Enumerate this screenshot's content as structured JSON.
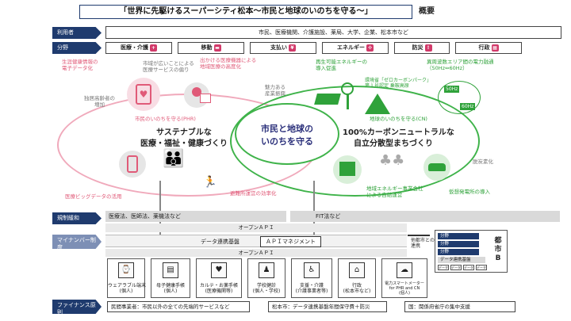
{
  "header": {
    "title": "「世界に先駆けるスーパーシティ松本～市民と地球のいのちを守る～」",
    "subtitle": "概要"
  },
  "rows": {
    "users_label": "利用者",
    "users_text": "市民、医療機関、介護施設、薬局、大学、企業、松本市など",
    "fields_label": "分野",
    "regulation_label": "規制緩和",
    "mynumber_label": "マイナンバー制度",
    "finance_label": "ファイナンス原則"
  },
  "fields": [
    {
      "label": "医療・介護",
      "icon": "plus-icon"
    },
    {
      "label": "移動",
      "icon": "car-icon"
    },
    {
      "label": "支払い",
      "icon": "yen-icon"
    },
    {
      "label": "エネルギー",
      "icon": "fan-icon"
    },
    {
      "label": "防災",
      "icon": "alert-icon"
    },
    {
      "label": "行政",
      "icon": "document-icon"
    }
  ],
  "left_circle": {
    "caption": "市民のいのちを守る(PHR)",
    "title_line1": "サステナブルな",
    "title_line2": "医療・福祉・健康づくり",
    "notes": {
      "ehr": "生涯健康情報の\n電子データ化",
      "city": "市域が広いことによる\n医療サービスの偏り",
      "remote": "出かける医療機器による\n地域医療の高度化",
      "elderly": "独居高齢者の\n増加",
      "attractive": "魅力ある\n産業振興",
      "bigdata": "医療ビッグデータの活用",
      "shelter": "避難所運営の効率化"
    }
  },
  "center": {
    "line1": "市民と地球の",
    "line2": "いのちを守る"
  },
  "right_circle": {
    "caption": "地球のいのちを守る(CN)",
    "title_line1": "100%カーボンニュートラルな",
    "title_line2": "自立分散型まちづくり",
    "notes": {
      "renewable": "再生可能エネルギーの\n導入促進",
      "zero_carbon": "環境省「ゼロカーボンパーク」\n第１号認定 乗鞍高原",
      "freq": "異周波数エリア間の電力融通\n（50Hz⇔60Hz）",
      "hz50": "50Hz",
      "hz60": "60Hz",
      "decarbon": "脱炭素化",
      "company": "地域エネルギー事業会社\nによる自給運営",
      "vpp": "仮想発電所の導入"
    }
  },
  "platform": {
    "regulation_text": "医療法、医師法、薬機法など",
    "fit_text": "FIT法など",
    "open_api_top": "オープンＡＰＩ",
    "data_platform": "データ連携基盤",
    "api_management": "ＡＰＩマネジメント",
    "open_api_bottom": "オープンＡＰＩ",
    "other_city_link": "他都市との\n連携",
    "city_b": "都市B"
  },
  "city_b_rows": [
    "分野",
    "分野",
    "分野",
    "データ連携基盤"
  ],
  "city_b_small": [
    "データ",
    "データ",
    "データ",
    "データ"
  ],
  "services": [
    {
      "label": "ウェアラブル端末\n(個人)",
      "icon": "watch-icon",
      "glyph": "⌚"
    },
    {
      "label": "母子健康手帳\n(個人)",
      "icon": "handbook-icon",
      "glyph": "▤"
    },
    {
      "label": "カルテ・お薬手帳\n(医療機関等)",
      "icon": "heart-hands-icon",
      "glyph": "♥"
    },
    {
      "label": "学校健診\n(個人・学校)",
      "icon": "person-icon",
      "glyph": "♟"
    },
    {
      "label": "支援・介護\n(介護事業者等)",
      "icon": "care-icon",
      "glyph": "♿"
    },
    {
      "label": "行政\n(松本市など)",
      "icon": "city-hall-icon",
      "glyph": "⌂"
    },
    {
      "label": "電力スマートメーター\nfor PHR and CN\n(個人)",
      "icon": "cloud-icon",
      "glyph": "☁"
    }
  ],
  "finance": [
    "民間事業者：市民以外の全ての先端的サービスなど",
    "松本市：データ連携基盤年間保守費＋防災",
    "国：関係府省庁の集中支援"
  ],
  "colors": {
    "navy": "#1f3b6e",
    "pink": "#e05a78",
    "green": "#2fa23a"
  }
}
